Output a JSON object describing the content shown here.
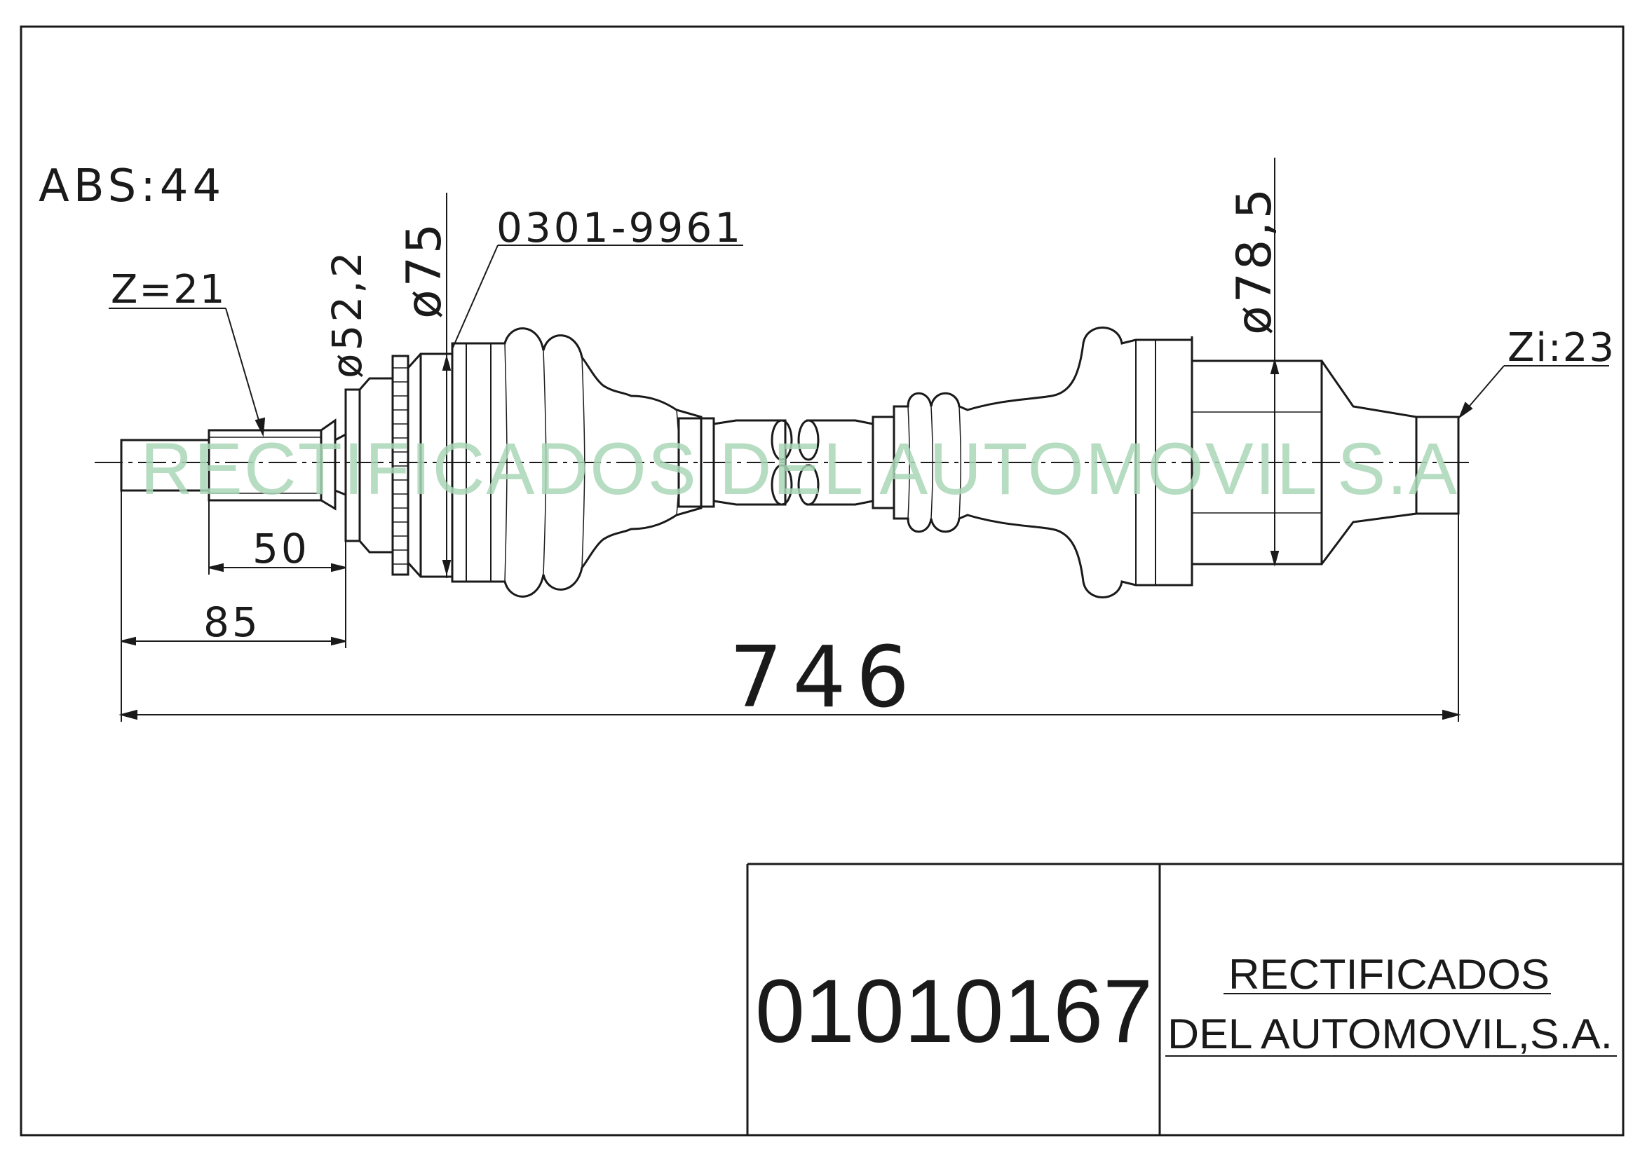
{
  "drawing": {
    "abs_label": "ABS:44",
    "part_ref": "0301-9961",
    "spline_left": "Z=21",
    "spline_right": "Zi:23",
    "dim_d522": "ø52,2",
    "dim_d75": "ø75",
    "dim_d785": "ø78,5",
    "dim_50": "50",
    "dim_85": "85",
    "dim_746": "746",
    "watermark": "RECTIFICADOS DEL AUTOMOVIL S.A"
  },
  "title_block": {
    "part_number": "01010167",
    "company_line1": "RECTIFICADOS",
    "company_line2": "DEL AUTOMOVIL,S.A."
  },
  "colors": {
    "line": "#1a1a1a",
    "watermark": "#a9d6b6"
  }
}
